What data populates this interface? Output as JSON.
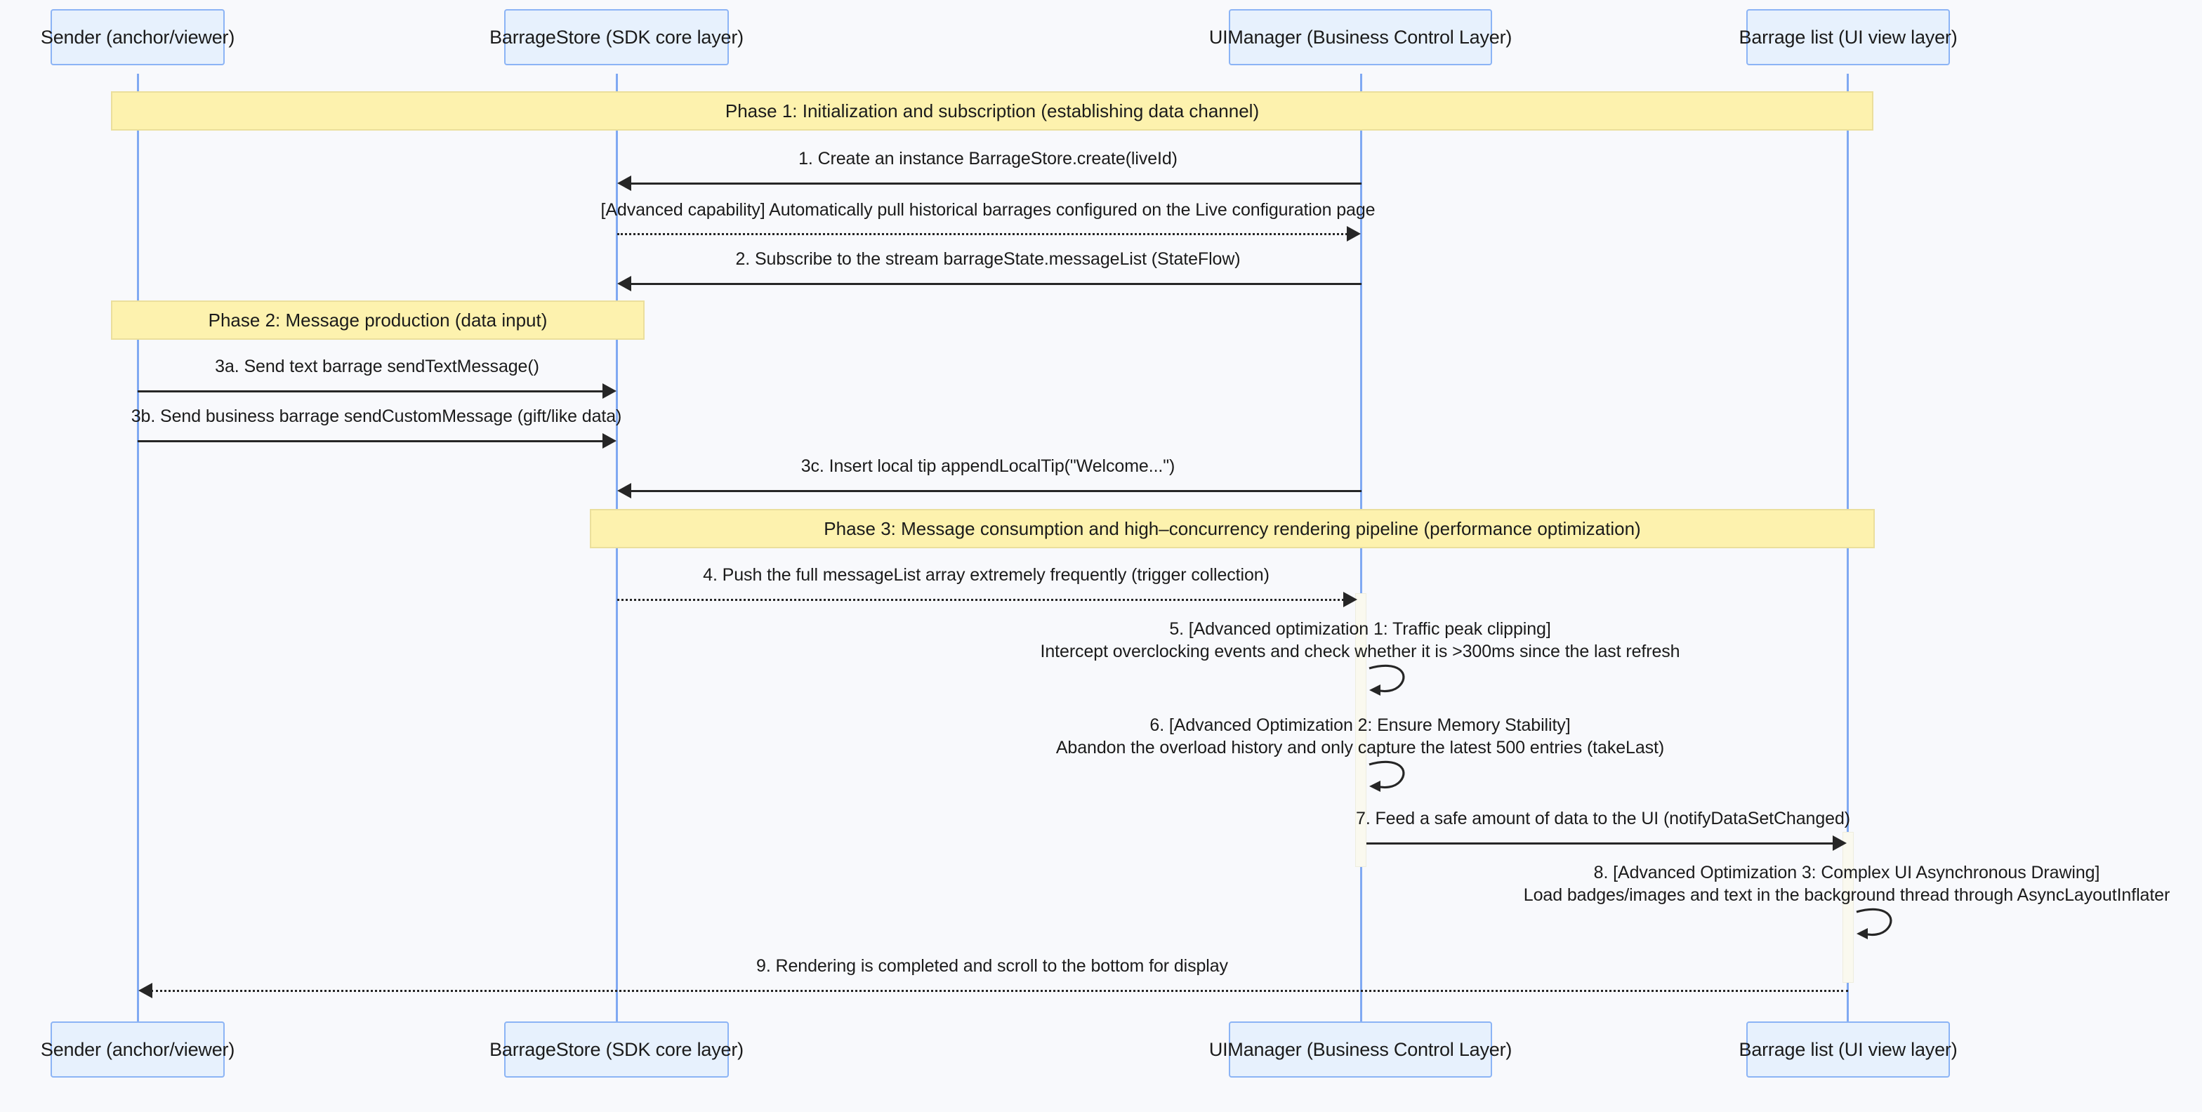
{
  "diagram": {
    "type": "sequence-diagram",
    "title": "Barrage (danmaku) rendering pipeline sequence diagram",
    "background_color": "#f8f9fc",
    "actor_fill": "#e7f1fd",
    "actor_border": "#8cb4f5",
    "phase_fill": "#fdf2ae",
    "phase_border": "#ebdf9c",
    "activation_fill": "#faf9ef",
    "line_color": "#262626"
  },
  "participants": [
    {
      "id": "sender",
      "label": "Sender (anchor/viewer)"
    },
    {
      "id": "store",
      "label": "BarrageStore (SDK core layer)"
    },
    {
      "id": "uimgr",
      "label": "UIManager (Business Control Layer)"
    },
    {
      "id": "listui",
      "label": "Barrage list (UI view layer)"
    }
  ],
  "phases": [
    {
      "id": "phase1",
      "label": "Phase 1: Initialization and subscription (establishing data channel)"
    },
    {
      "id": "phase2",
      "label": "Phase 2: Message production (data input)"
    },
    {
      "id": "phase3",
      "label": "Phase 3: Message consumption and high–concurrency rendering pipeline (performance optimization)"
    }
  ],
  "messages": [
    {
      "id": "m1",
      "label": "1. Create an instance BarrageStore.create(liveId)",
      "from": "uimgr",
      "to": "store",
      "direction": "left",
      "style": "solid"
    },
    {
      "id": "m1b",
      "label": "[Advanced capability] Automatically pull historical barrages configured on the Live configuration page",
      "from": "store",
      "to": "uimgr",
      "direction": "right",
      "style": "dotted"
    },
    {
      "id": "m2",
      "label": "2. Subscribe to the stream barrageState.messageList (StateFlow)",
      "from": "uimgr",
      "to": "store",
      "direction": "left",
      "style": "solid"
    },
    {
      "id": "m3a",
      "label": "3a. Send text barrage sendTextMessage()",
      "from": "sender",
      "to": "store",
      "direction": "right",
      "style": "solid"
    },
    {
      "id": "m3b",
      "label": "3b. Send business barrage sendCustomMessage (gift/like data)",
      "from": "sender",
      "to": "store",
      "direction": "right",
      "style": "solid"
    },
    {
      "id": "m3c",
      "label": "3c. Insert local tip appendLocalTip(\"Welcome...\")",
      "from": "uimgr",
      "to": "store",
      "direction": "left",
      "style": "solid"
    },
    {
      "id": "m4",
      "label": "4. Push the full messageList array extremely frequently (trigger collection)",
      "from": "store",
      "to": "uimgr",
      "direction": "right",
      "style": "dotted"
    },
    {
      "id": "m5",
      "label_line1": "5. [Advanced optimization 1: Traffic peak clipping]",
      "label_line2": "Intercept overclocking events and check whether it is >300ms since the last refresh",
      "from": "uimgr",
      "to": "uimgr",
      "direction": "self",
      "style": "solid"
    },
    {
      "id": "m6",
      "label_line1": "6. [Advanced Optimization 2: Ensure Memory Stability]",
      "label_line2": "Abandon the overload history and only capture the latest 500 entries (takeLast)",
      "from": "uimgr",
      "to": "uimgr",
      "direction": "self",
      "style": "solid"
    },
    {
      "id": "m7",
      "label": "7. Feed a safe amount of data to the UI (notifyDataSetChanged)",
      "from": "uimgr",
      "to": "listui",
      "direction": "right",
      "style": "solid"
    },
    {
      "id": "m8",
      "label_line1": "8. [Advanced Optimization 3: Complex UI Asynchronous Drawing]",
      "label_line2": "Load badges/images and text in the background thread through AsyncLayoutInflater",
      "from": "listui",
      "to": "listui",
      "direction": "self",
      "style": "solid"
    },
    {
      "id": "m9",
      "label": "9. Rendering is completed and scroll to the bottom for display",
      "from": "listui",
      "to": "sender",
      "direction": "left",
      "style": "dotted"
    }
  ]
}
